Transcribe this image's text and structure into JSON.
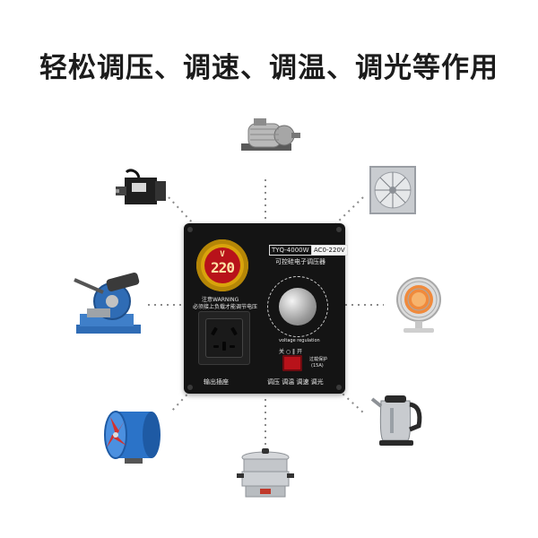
{
  "headline": "轻松调压、调速、调温、调光等作用",
  "device": {
    "model": "TYQ-4000W",
    "voltage_range": "AC0-220V",
    "type_caption": "可控硅电子调压器",
    "meter_unit": "V",
    "meter_reading": "220",
    "warning_title": "注意WARNING",
    "warning_body": "必须接上负载才能调节电压",
    "socket_caption": "输出插座",
    "knob_caption": "voltage regulation",
    "switch_labels": "关 ○ ‖ 开",
    "fuse_label": "过载保护",
    "fuse_rating": "(15A)",
    "modes": "调压  调温  调速  调光"
  },
  "appliances": [
    {
      "name": "electric-motor"
    },
    {
      "name": "exhaust-fan"
    },
    {
      "name": "space-heater"
    },
    {
      "name": "electric-kettle"
    },
    {
      "name": "steamer-pot"
    },
    {
      "name": "axial-duct-fan"
    },
    {
      "name": "cutoff-saw"
    },
    {
      "name": "servo-motor"
    }
  ]
}
